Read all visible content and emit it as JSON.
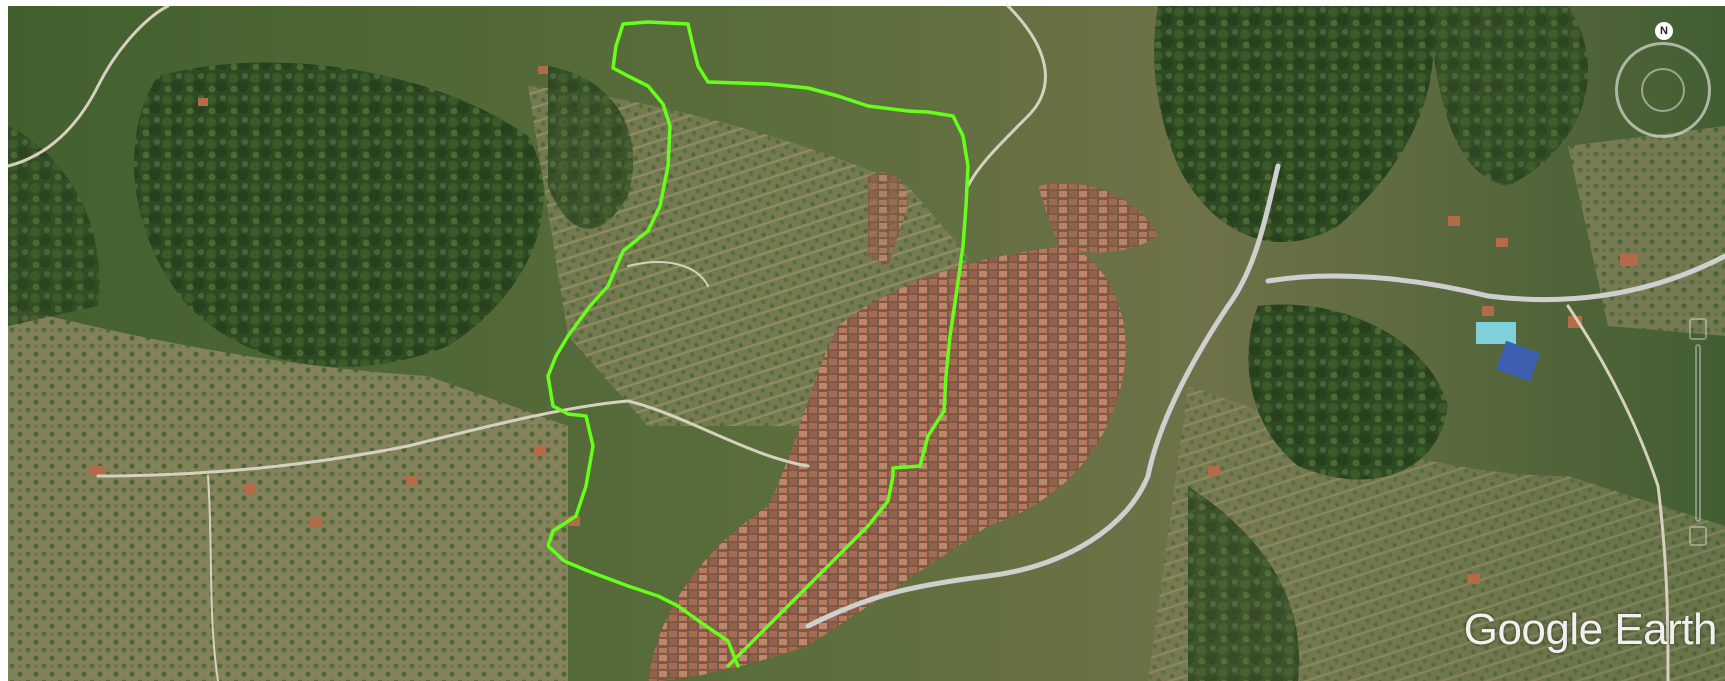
{
  "map": {
    "imagery": "satellite",
    "route_color": "#66ff1a"
  },
  "compass": {
    "north_label": "N"
  },
  "watermark": {
    "text": "Google Earth"
  }
}
